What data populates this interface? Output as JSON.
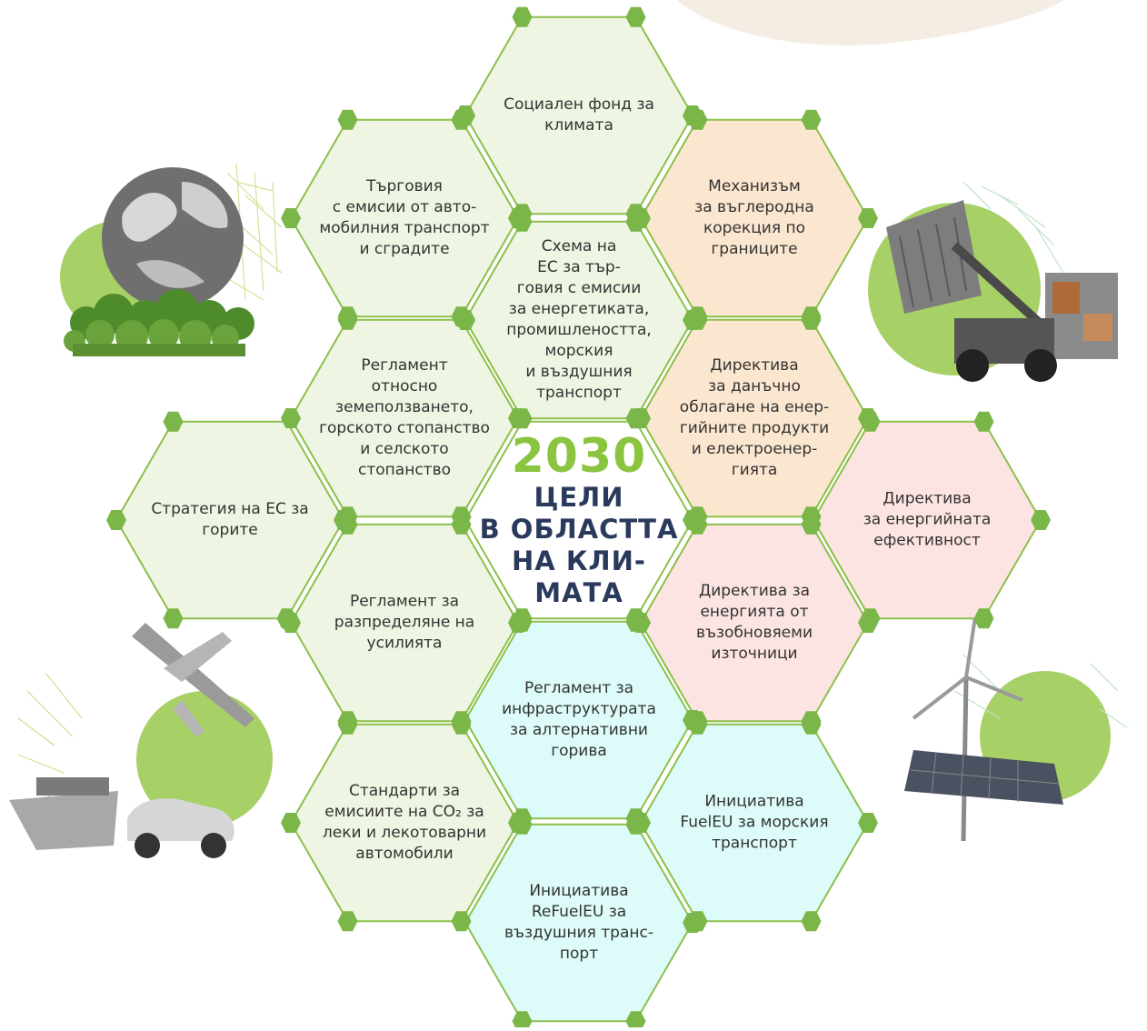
{
  "colors": {
    "hex_border": "#8cc04b",
    "node_fill": "#7ab648",
    "green_fill": "#eef5e2",
    "orange_fill": "#fbe7cf",
    "pink_fill": "#fce4e2",
    "cyan_fill": "#dcfbf9",
    "white_fill": "#ffffff",
    "center_year": "#8bc53f",
    "center_title": "#2a3a5c"
  },
  "center": {
    "year": "2030",
    "title_lines": [
      "ЦЕЛИ",
      "В ОБЛАСТТА",
      "НА КЛИ-",
      "МАТА"
    ]
  },
  "hexagons": [
    {
      "id": "social-climate-fund",
      "fill": "green",
      "lines": [
        "Социален фонд за",
        "климата"
      ]
    },
    {
      "id": "ets-road-buildings",
      "fill": "green",
      "lines": [
        "Търговия",
        "с емисии от авто-",
        "мобилния транспорт",
        "и сградите"
      ]
    },
    {
      "id": "cbam",
      "fill": "orange",
      "lines": [
        "Механизъм",
        "за въглеродна",
        "корекция по",
        "границите"
      ]
    },
    {
      "id": "eu-ets",
      "fill": "green",
      "lines": [
        "Схема на",
        "ЕС за тър-",
        "говия с емисии",
        "за енергетиката,",
        "промишлеността,",
        "морския",
        "и въздушния",
        "транспорт"
      ]
    },
    {
      "id": "lulucf",
      "fill": "green",
      "lines": [
        "Регламент",
        "относно",
        "земеползването,",
        "горското стопанство",
        "и селското",
        "стопанство"
      ]
    },
    {
      "id": "energy-taxation",
      "fill": "orange",
      "lines": [
        "Директива",
        "за данъчно",
        "облагане на енер-",
        "гийните продукти",
        "и електроенер-",
        "гията"
      ]
    },
    {
      "id": "forest-strategy",
      "fill": "green",
      "lines": [
        "Стратегия на ЕС за",
        "горите"
      ]
    },
    {
      "id": "energy-efficiency",
      "fill": "pink",
      "lines": [
        "Директива",
        "за енергийната",
        "ефективност"
      ]
    },
    {
      "id": "effort-sharing",
      "fill": "green",
      "lines": [
        "Регламент за",
        "разпределяне на",
        "усилията"
      ]
    },
    {
      "id": "renewables",
      "fill": "pink",
      "lines": [
        "Директива за",
        "енергията от",
        "възобновяеми",
        "източници"
      ]
    },
    {
      "id": "afir",
      "fill": "cyan",
      "lines": [
        "Регламент за",
        "инфраструктурата",
        "за алтернативни",
        "горива"
      ]
    },
    {
      "id": "co2-standards",
      "fill": "green",
      "lines": [
        "Стандарти за",
        "емисиите на CO₂ за",
        "леки и лекотоварни",
        "автомобили"
      ]
    },
    {
      "id": "fueleu-maritime",
      "fill": "cyan",
      "lines": [
        "Инициатива",
        "FuelEU за морския",
        "транспорт"
      ]
    },
    {
      "id": "refueleu-aviation",
      "fill": "cyan",
      "lines": [
        "Инициатива",
        "ReFuelEU за",
        "въздушния транс-",
        "порт"
      ]
    }
  ]
}
